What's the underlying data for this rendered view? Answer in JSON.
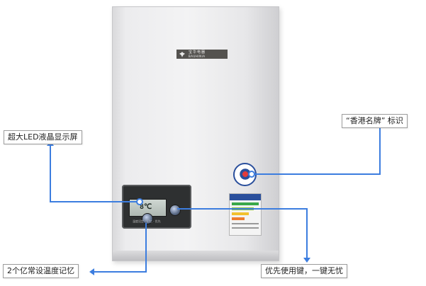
{
  "product": {
    "logo_zh": "宝华电器",
    "logo_en": "BAUHINIA",
    "display_reading": "8℃",
    "panel_caption": "温度设定 · 记忆 · 优先"
  },
  "callouts": {
    "lcd": "超大LED液晶显示屏",
    "brand": "“香港名牌” 标识",
    "memory": "2个亿常设温度记忆",
    "priority": "优先使用键，一键无忧"
  },
  "colors": {
    "line": "#3c7ddf",
    "body": "#ececee",
    "panel": "#2e3031"
  }
}
